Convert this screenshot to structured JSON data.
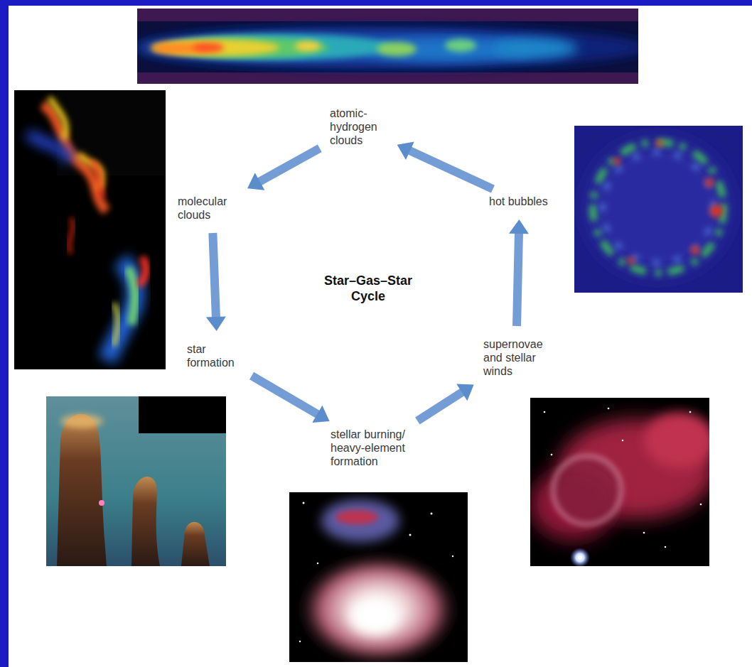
{
  "diagram": {
    "title": "Star–Gas–Star Cycle",
    "nodes": [
      {
        "text": [
          "atomic-hydrogen clouds"
        ]
      },
      {
        "text": [
          "molecular clouds"
        ]
      },
      {
        "text": [
          "star formation"
        ]
      },
      {
        "text": [
          "stellar burning/ heavy-element formation"
        ]
      },
      {
        "text": [
          "supernovae and stellar winds"
        ]
      },
      {
        "text": [
          "hot bubbles"
        ]
      }
    ],
    "edges": [
      {
        "from": 5,
        "to": 0,
        "arrow": "to"
      },
      {
        "from": 0,
        "to": 1,
        "arrow": "to"
      },
      {
        "from": 1,
        "to": 2,
        "arrow": "to"
      },
      {
        "from": 2,
        "to": 3,
        "arrow": "to"
      },
      {
        "from": 3,
        "to": 4,
        "arrow": "to"
      },
      {
        "from": 4,
        "to": 5,
        "arrow": "to"
      }
    ]
  }
}
